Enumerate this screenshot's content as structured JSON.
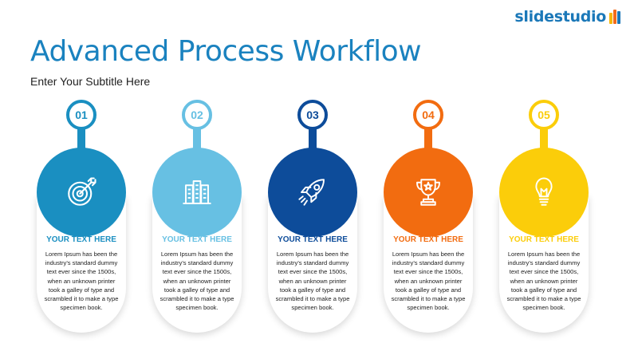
{
  "brand": {
    "logo_text": "slidestudio",
    "logo_colors": [
      "#f7b500",
      "#f26a1b",
      "#1b78b8"
    ]
  },
  "slide": {
    "title": "Advanced Process Workflow",
    "subtitle": "Enter Your Subtitle Here"
  },
  "steps": [
    {
      "number": "01",
      "icon": "target-icon",
      "heading": "YOUR TEXT HERE",
      "text": "Lorem Ipsum has been the industry's standard dummy text ever since the 1500s, when an unknown printer took a galley of type and scrambled it to make a type specimen book.",
      "color": "#1a8fc1"
    },
    {
      "number": "02",
      "icon": "buildings-icon",
      "heading": "YOUR TEXT HERE",
      "text": "Lorem Ipsum has been the industry's standard dummy text ever since the 1500s, when an unknown printer took a galley of type and scrambled it to make a type specimen book.",
      "color": "#67c0e3"
    },
    {
      "number": "03",
      "icon": "rocket-icon",
      "heading": "YOUR TEXT HERE",
      "text": "Lorem Ipsum has been the industry's standard dummy text ever since the 1500s, when an unknown printer took a galley of type and scrambled it to make a type specimen book.",
      "color": "#0d4c9a"
    },
    {
      "number": "04",
      "icon": "trophy-icon",
      "heading": "YOUR TEXT HERE",
      "text": "Lorem Ipsum has been the industry's standard dummy text ever since the 1500s, when an unknown printer took a galley of type and scrambled it to make a type specimen book.",
      "color": "#f26c10"
    },
    {
      "number": "05",
      "icon": "lightbulb-icon",
      "heading": "YOUR TEXT HERE",
      "text": "Lorem Ipsum has been the industry's standard dummy text ever since the 1500s, when an unknown printer took a galley of type and scrambled it to make a type specimen book.",
      "color": "#fbcd0a"
    }
  ]
}
